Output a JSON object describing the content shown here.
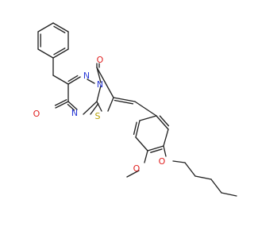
{
  "structure": {
    "background_color": "#ffffff",
    "colors": {
      "bond": "#222222",
      "N": "#2b3bd6",
      "O": "#e02020",
      "S": "#b8a100"
    },
    "atom_labels": [
      {
        "id": "N-ring-upper",
        "text": "N",
        "element": "N"
      },
      {
        "id": "N-bridge",
        "text": "N",
        "element": "N"
      },
      {
        "id": "N-ring-lower",
        "text": "N",
        "element": "N"
      },
      {
        "id": "O-carbonyl-top",
        "text": "O",
        "element": "O"
      },
      {
        "id": "O-carbonyl-left",
        "text": "O",
        "element": "O"
      },
      {
        "id": "S-thiazole",
        "text": "S",
        "element": "S"
      },
      {
        "id": "O-methoxy",
        "text": "O",
        "element": "O"
      },
      {
        "id": "O-hexyloxy",
        "text": "O",
        "element": "O"
      }
    ]
  }
}
